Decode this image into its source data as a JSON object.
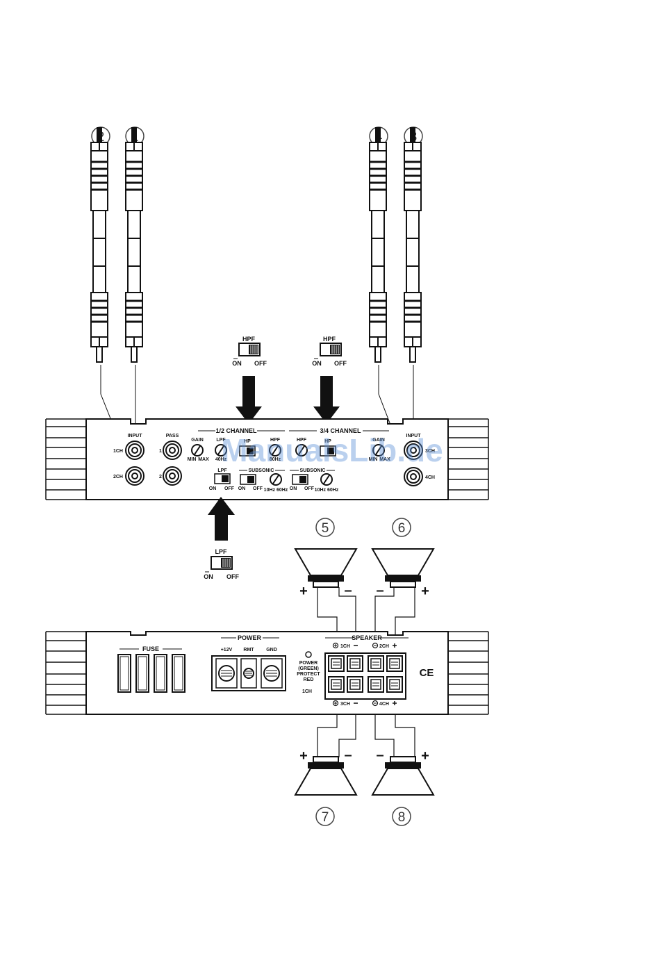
{
  "watermark": "ManualsLib.de",
  "callouts": {
    "n1": "1",
    "n2": "2",
    "n3": "3",
    "n4": "4",
    "n5": "5",
    "n6": "6",
    "n7": "7",
    "n8": "8"
  },
  "switch_callouts": {
    "hpf_label": "HPF",
    "lpf_label": "LPF",
    "on": "ON",
    "off": "OFF"
  },
  "top_panel": {
    "input_left": "INPUT",
    "ch1": "1CH",
    "ch2": "2CH",
    "pass": "PASS",
    "pass1": "1",
    "pass2": "2",
    "channel_12": "1/2 CHANNEL",
    "channel_34": "3/4 CHANNEL",
    "gain": "GAIN",
    "min": "MIN",
    "max": "MAX",
    "lpf": "LPF",
    "hpf": "HPF",
    "hpf_short": "HP",
    "lpf_range": "40Hz",
    "hpf_range": "80Hz",
    "subsonic": "SUBSONIC",
    "sub_range": "10Hz 60Hz",
    "on": "ON",
    "off": "OFF",
    "input_right": "INPUT",
    "ch3": "3CH",
    "ch4": "4CH"
  },
  "bottom_panel": {
    "fuse": "FUSE",
    "power": "POWER",
    "v12": "+12V",
    "rmt": "RMT",
    "gnd": "GND",
    "power_led": "POWER",
    "green": "(GREEN)",
    "protect": "PROTECT",
    "red": "RED",
    "bridge": "1CH",
    "speaker": "SPEAKER",
    "t1": "1CH",
    "t2": "2CH",
    "t3": "3CH",
    "t4": "4CH",
    "ce": "CE"
  },
  "speaker_signs": {
    "plus": "+",
    "minus": "–"
  }
}
